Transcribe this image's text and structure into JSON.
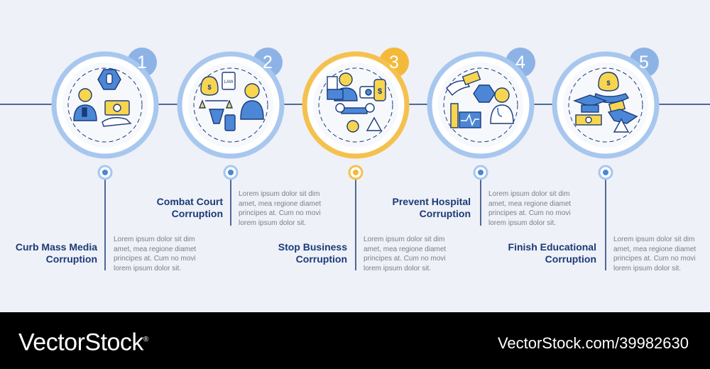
{
  "colors": {
    "background": "#eef1f7",
    "ring_blue": "#a8c7ef",
    "ring_yellow": "#f5c14e",
    "badge_blue": "#8db3e6",
    "badge_yellow": "#f4b93a",
    "navy": "#1b3a78",
    "icon_blue": "#4b87d6",
    "icon_yellow": "#f7d54e",
    "footer": "#000000"
  },
  "steps": [
    {
      "number": "1",
      "title": "Curb Mass Media\nCorruption",
      "description": "Lorem ipsum dolor sit dim\namet, mea regione diamet\nprincipes at. Cum no movi\nlorem ipsum dolor sit.",
      "icon": "mass-media-corruption-icon",
      "accent": "blue"
    },
    {
      "number": "2",
      "title": "Combat Court\nCorruption",
      "description": "Lorem ipsum dolor sit dim\namet, mea regione diamet\nprincipes at. Cum no movi\nlorem ipsum dolor sit.",
      "icon": "court-corruption-icon",
      "accent": "blue"
    },
    {
      "number": "3",
      "title": "Stop Business\nCorruption",
      "description": "Lorem ipsum dolor sit dim\namet, mea regione diamet\nprincipes at. Cum no movi\nlorem ipsum dolor sit.",
      "icon": "business-corruption-icon",
      "accent": "yellow"
    },
    {
      "number": "4",
      "title": "Prevent Hospital\nCorruption",
      "description": "Lorem ipsum dolor sit dim\namet, mea regione diamet\nprincipes at. Cum no movi\nlorem ipsum dolor sit.",
      "icon": "hospital-corruption-icon",
      "accent": "blue"
    },
    {
      "number": "5",
      "title": "Finish Educational\nCorruption",
      "description": "Lorem ipsum dolor sit dim\namet, mea regione diamet\nprincipes at. Cum no movi\nlorem ipsum dolor sit.",
      "icon": "education-corruption-icon",
      "accent": "blue"
    }
  ],
  "footer": {
    "brand": "VectorStock",
    "registered_mark": "®",
    "credit": "VectorStock.com/39982630"
  }
}
